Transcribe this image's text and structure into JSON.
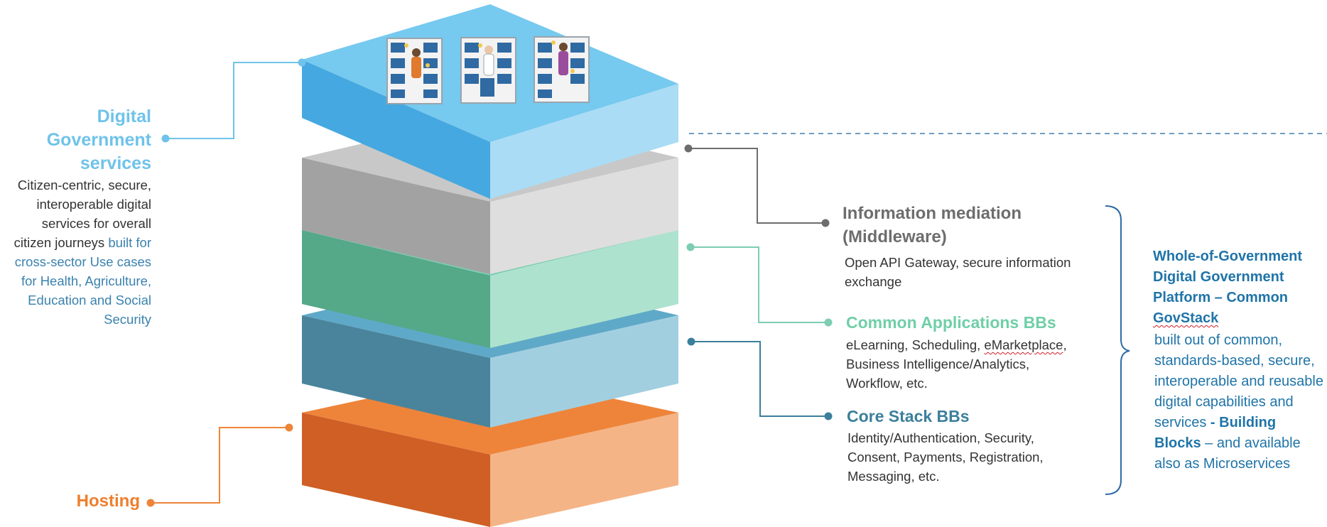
{
  "left": {
    "title": "Digital Government services",
    "description": "Citizen-centric, secure, interoperable digital services for overall citizen journeys",
    "description_sector": "built for cross-sector Use cases for Health, Agriculture, Education and Social Security",
    "hosting": "Hosting"
  },
  "layers": {
    "information_mediation": {
      "title": "Information mediation (Middleware)",
      "description": "Open API Gateway, secure information exchange"
    },
    "common_applications": {
      "title": "Common Applications BBs",
      "description_lines": [
        "eLearning, Scheduling, ",
        "eMarketplace",
        ",",
        "Business Intelligence/Analytics,",
        "Workflow, etc."
      ]
    },
    "core_stack": {
      "title": "Core Stack BBs",
      "description": "Identity/Authentication, Security, Consent, Payments, Registration, Messaging, etc."
    }
  },
  "right": {
    "title_pre": "Whole-of-Government Digital Government Platform –  Common ",
    "title_squiggle": "GovStack",
    "body_pre": "built out of common, standards-based, secure, interoperable and reusable digital capabilities and services ",
    "body_bold": "- Building Blocks",
    "body_post": " – and available also as Microservices"
  },
  "colors": {
    "blue_top": "#76c9ef",
    "gray": "#c8c8c8",
    "green": "#7dcdb1",
    "steel_blue": "#5fa9c8",
    "orange": "#ee843a",
    "left_title": "#6fc3ea",
    "wog_text": "#1f74a8"
  }
}
